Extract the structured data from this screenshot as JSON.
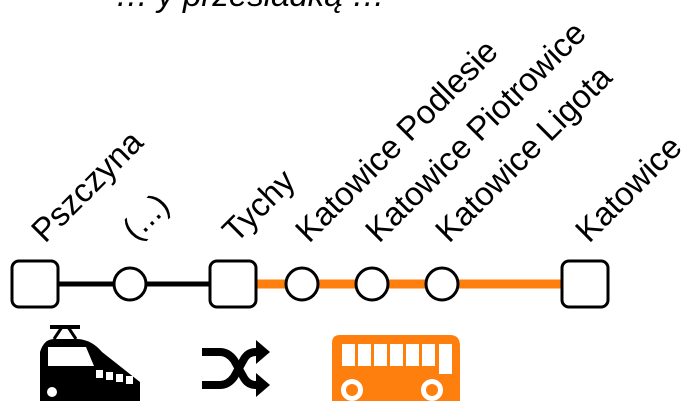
{
  "title": "… y przesiadką …",
  "colors": {
    "train": "#000000",
    "bus": "#ff7f0e",
    "background": "#ffffff"
  },
  "legs": [
    {
      "mode": "train",
      "icon": "train-icon",
      "color": "#000000"
    },
    {
      "mode": "bus",
      "icon": "bus-icon",
      "color": "#ff7f0e"
    }
  ],
  "transfer_icon": "shuffle-icon",
  "stops": [
    {
      "name": "Pszczyna",
      "kind": "station"
    },
    {
      "name": "(...)",
      "kind": "intermediate"
    },
    {
      "name": "Tychy",
      "kind": "station"
    },
    {
      "name": "Katowice Podlesie",
      "kind": "intermediate"
    },
    {
      "name": "Katowice Piotrowice",
      "kind": "intermediate"
    },
    {
      "name": "Katowice Ligota",
      "kind": "intermediate"
    },
    {
      "name": "Katowice",
      "kind": "station"
    }
  ]
}
